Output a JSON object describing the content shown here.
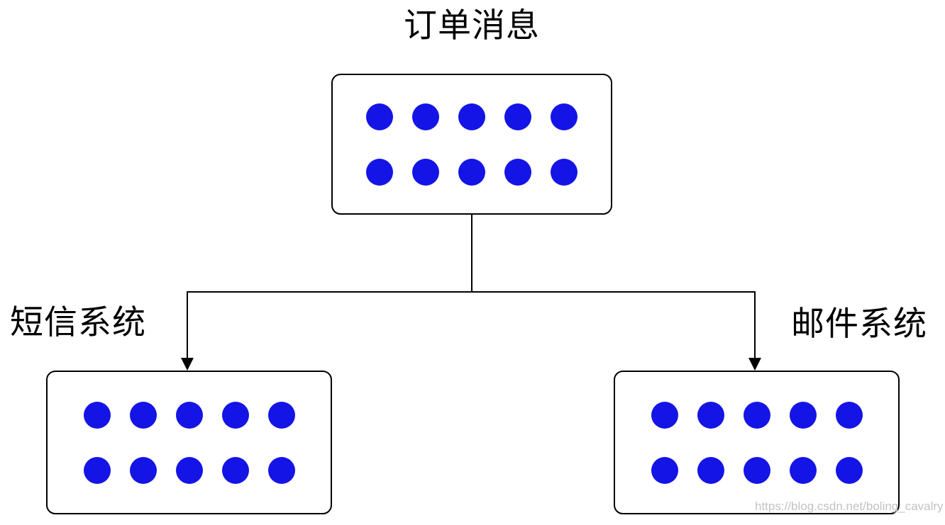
{
  "diagram": {
    "nodes": {
      "order": {
        "label": "订单消息",
        "dot_rows": 2,
        "dot_cols": 5
      },
      "sms": {
        "label": "短信系统",
        "dot_rows": 2,
        "dot_cols": 5
      },
      "email": {
        "label": "邮件系统",
        "dot_rows": 2,
        "dot_cols": 5
      }
    },
    "colors": {
      "dot": "#1414e6",
      "line": "#000000",
      "node_border": "#000000",
      "background": "#ffffff",
      "label_text": "#000000",
      "watermark_text": "#c3c3c3"
    },
    "watermark": "https://blog.csdn.net/boling_cavalry"
  }
}
